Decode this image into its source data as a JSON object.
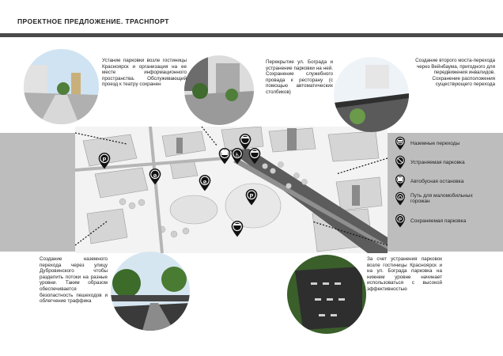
{
  "page": {
    "title": "ПРОЕКТНОЕ ПРЕДЛОЖЕНИЕ. ТРАСНПОРТ"
  },
  "blocks": {
    "top_left": "Устание парковки возле гостиницы Красноярск и организация на ее месте информационного пространства. Обслуживающий проезд к театру сохранен",
    "top_middle": "Перекрытие ул. Бограда и устранение парковки на ней. Сохранение служебного провада к ресторану (с помощью автоматических столбиков)",
    "top_right": "Создание второго моста-перехода через Вейнбаума, пригодного для передвижения инвалидов. Сохранение расположения существующего перехода",
    "bottom_left": "Создание наземного перехода через улицу Дубровинского чтобы разделить потоки на разные уровни. Таким образом обеспечивается безопастность пешеходов и облегчение траффика",
    "bottom_right": "За счет устранения парковок возле гостиницы Красноярск и на ул. Бограда парковка на нижнем уровне начинает использоваться с высокой эффективностью"
  },
  "legend": [
    {
      "label": "Наземные переходы",
      "icon": "crosswalk-icon"
    },
    {
      "label": "Устраняемая парковка",
      "icon": "no-parking-icon"
    },
    {
      "label": "Автобусная остановка",
      "icon": "bus-stop-icon"
    },
    {
      "label": "Путь для маломобильных горожан",
      "icon": "wheelchair-icon"
    },
    {
      "label": "Сохраняемая парковка",
      "icon": "parking-icon"
    }
  ],
  "map_markers": {
    "parking": "P"
  },
  "colors": {
    "bar": "#4a4a4a",
    "band": "#bdbdbd",
    "marker": "#111111"
  }
}
